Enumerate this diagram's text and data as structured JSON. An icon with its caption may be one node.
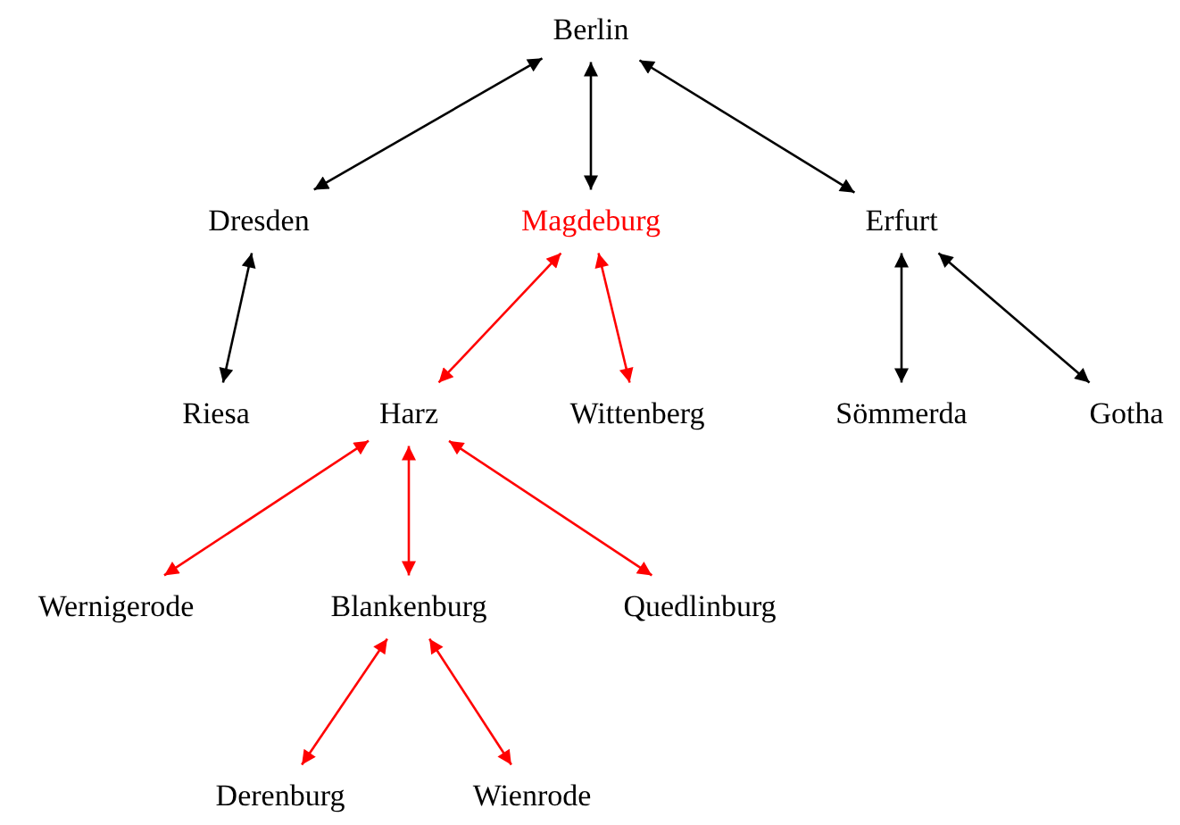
{
  "diagram": {
    "nodes": [
      {
        "text": [
          "Berlin"
        ]
      },
      {
        "text": [
          "Dresden"
        ]
      },
      {
        "text": [
          "Magdeburg"
        ]
      },
      {
        "text": [
          "Erfurt"
        ]
      },
      {
        "text": [
          "Riesa"
        ]
      },
      {
        "text": [
          "Harz"
        ]
      },
      {
        "text": [
          "Wittenberg"
        ]
      },
      {
        "text": [
          "Sömmerda"
        ]
      },
      {
        "text": [
          "Gotha"
        ]
      },
      {
        "text": [
          "Wernigerode"
        ]
      },
      {
        "text": [
          "Blankenburg"
        ]
      },
      {
        "text": [
          "Quedlinburg"
        ]
      },
      {
        "text": [
          "Derenburg"
        ]
      },
      {
        "text": [
          "Wienrode"
        ]
      }
    ],
    "edges": [
      {
        "from": 0,
        "to": 1,
        "arrow": "both",
        "color": "#000000"
      },
      {
        "from": 0,
        "to": 2,
        "arrow": "both",
        "color": "#000000"
      },
      {
        "from": 0,
        "to": 3,
        "arrow": "both",
        "color": "#000000"
      },
      {
        "from": 1,
        "to": 4,
        "arrow": "both",
        "color": "#000000"
      },
      {
        "from": 2,
        "to": 5,
        "arrow": "both"
      },
      {
        "from": 2,
        "to": 6,
        "arrow": "both"
      },
      {
        "from": 3,
        "to": 7,
        "arrow": "both",
        "color": "#000000"
      },
      {
        "from": 3,
        "to": 8,
        "arrow": "both",
        "color": "#000000"
      },
      {
        "from": 5,
        "to": 9,
        "arrow": "both"
      },
      {
        "from": 5,
        "to": 10,
        "arrow": "both"
      },
      {
        "from": 5,
        "to": 11,
        "arrow": "both"
      },
      {
        "from": 10,
        "to": 12,
        "arrow": "both"
      },
      {
        "from": 10,
        "to": 13,
        "arrow": "both"
      }
    ]
  }
}
